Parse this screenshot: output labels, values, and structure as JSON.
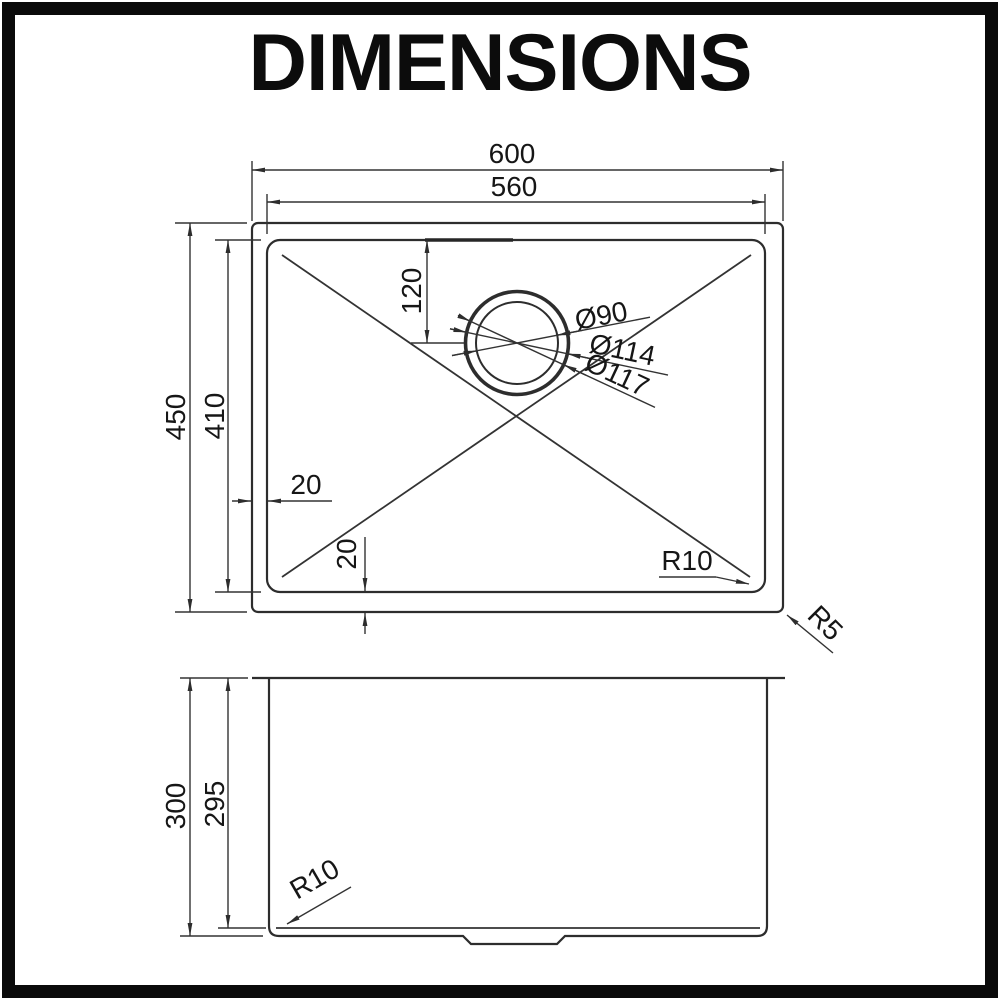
{
  "title": "DIMENSIONS",
  "top_view": {
    "overall_width": "600",
    "bowl_width": "560",
    "overall_depth": "450",
    "bowl_depth": "410",
    "drain_center_from_top": "120",
    "drain_hole_dia": "Ø90",
    "drain_flange_dia": "Ø114",
    "drain_outer_dia": "Ø117",
    "left_wall_offset": "20",
    "bottom_wall_offset": "20",
    "bowl_corner_radius": "R10",
    "outer_corner_radius": "R5"
  },
  "front_view": {
    "overall_height": "300",
    "bowl_depth": "295",
    "bottom_corner_radius": "R10"
  }
}
